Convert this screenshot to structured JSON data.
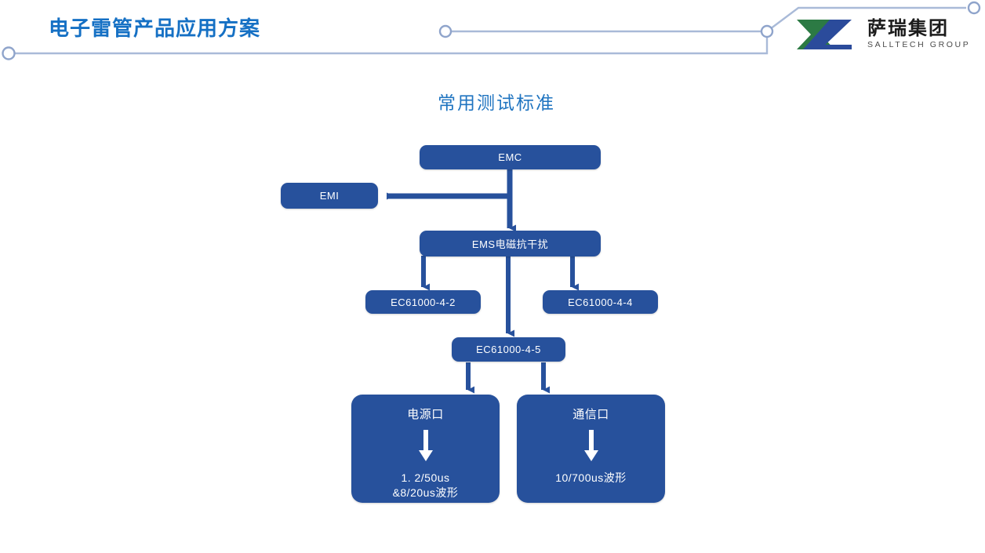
{
  "header": {
    "title": "电子雷管产品应用方案",
    "title_color": "#1570c4",
    "deco_line_color": "#a9bad8",
    "logo": {
      "name_cn": "萨瑞集团",
      "name_en": "SALLTECH GROUP",
      "mark_green": "#2c7a44",
      "mark_blue": "#2b4b9b"
    }
  },
  "slide": {
    "title": "常用测试标准",
    "title_color": "#1f74c0",
    "node_color": "#27519C",
    "connector_color": "#27519C"
  },
  "chart_data": {
    "type": "diagram",
    "title": "常用测试标准",
    "nodes": [
      {
        "id": "emc",
        "label": "EMC",
        "level": 0
      },
      {
        "id": "emi",
        "label": "EMI",
        "level": 1
      },
      {
        "id": "ems",
        "label": "EMS电磁抗干扰",
        "level": 1
      },
      {
        "id": "iec4_2",
        "label": "EC61000-4-2",
        "level": 2
      },
      {
        "id": "iec4_4",
        "label": "EC61000-4-4",
        "level": 2
      },
      {
        "id": "iec4_5",
        "label": "EC61000-4-5",
        "level": 2
      },
      {
        "id": "power_port",
        "label": "电源口",
        "sub": "1. 2/50us\n&8/20us波形",
        "level": 3
      },
      {
        "id": "comm_port",
        "label": "通信口",
        "sub": "10/700us波形",
        "level": 3
      }
    ],
    "edges": [
      {
        "from": "emc",
        "to": "emi",
        "direction": "left"
      },
      {
        "from": "emc",
        "to": "ems",
        "direction": "down"
      },
      {
        "from": "ems",
        "to": "iec4_2",
        "direction": "down"
      },
      {
        "from": "ems",
        "to": "iec4_5",
        "direction": "down"
      },
      {
        "from": "ems",
        "to": "iec4_4",
        "direction": "down"
      },
      {
        "from": "iec4_5",
        "to": "power_port",
        "direction": "down"
      },
      {
        "from": "iec4_5",
        "to": "comm_port",
        "direction": "down"
      }
    ]
  },
  "nodes": {
    "emc": {
      "label": "EMC"
    },
    "emi": {
      "label": "EMI"
    },
    "ems": {
      "label": "EMS电磁抗干扰"
    },
    "iec4_2": {
      "label": "EC61000-4-2"
    },
    "iec4_4": {
      "label": "EC61000-4-4"
    },
    "iec4_5": {
      "label": "EC61000-4-5"
    },
    "power_port": {
      "label": "电源口",
      "sub": "1. 2/50us\n&8/20us波形"
    },
    "comm_port": {
      "label": "通信口",
      "sub": "10/700us波形"
    }
  }
}
